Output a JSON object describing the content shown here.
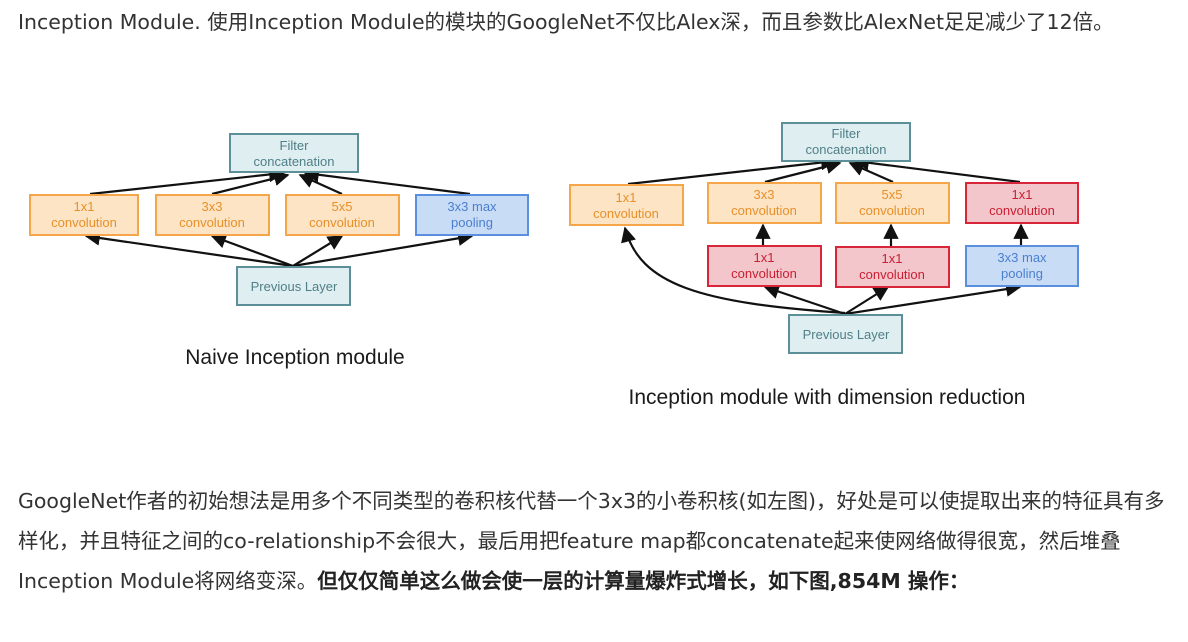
{
  "paragraph_top": "Inception Module. 使用Inception Module的模块的GoogleNet不仅比Alex深，而且参数比AlexNet足足减少了12倍。",
  "paragraph_bottom_plain": "GoogleNet作者的初始想法是用多个不同类型的卷积核代替一个3x3的小卷积核(如左图)，好处是可以使提取出来的特征具有多样化，并且特征之间的co-relationship不会很大，最后用把feature map都concatenate起来使网络做得很宽，然后堆叠Inception Module将网络变深。",
  "paragraph_bottom_bold": "但仅仅简单这么做会使一层的计算量爆炸式增长，如下图,854M 操作：",
  "colors": {
    "orange_fill": "#fce4c4",
    "orange_stroke": "#f5a54a",
    "orange_text": "#e8902a",
    "red_fill": "#f3c6cc",
    "red_stroke": "#d9253a",
    "red_text": "#c91f31",
    "blue_fill": "#c9dcf6",
    "blue_stroke": "#5a8fe0",
    "blue_text": "#4a7fd0",
    "teal_fill": "#dfeef0",
    "teal_stroke": "#5d8f98",
    "teal_text": "#4f7f88"
  },
  "naive": {
    "caption": "Naive Inception module",
    "filter_concat": [
      "Filter",
      "concatenation"
    ],
    "conv1x1": [
      "1x1",
      "convolution"
    ],
    "conv3x3": [
      "3x3",
      "convolution"
    ],
    "conv5x5": [
      "5x5",
      "convolution"
    ],
    "maxpool": [
      "3x3 max",
      "pooling"
    ],
    "previous": "Previous Layer"
  },
  "reduced": {
    "caption": "Inception module with dimension reduction",
    "filter_concat": [
      "Filter",
      "concatenation"
    ],
    "conv1x1_top": [
      "1x1",
      "convolution"
    ],
    "conv3x3": [
      "3x3",
      "convolution"
    ],
    "conv5x5": [
      "5x5",
      "convolution"
    ],
    "conv1x1_after_pool": [
      "1x1",
      "convolution"
    ],
    "conv1x1_before_3x3": [
      "1x1",
      "convolution"
    ],
    "conv1x1_before_5x5": [
      "1x1",
      "convolution"
    ],
    "maxpool": [
      "3x3 max",
      "pooling"
    ],
    "previous": "Previous Layer"
  }
}
